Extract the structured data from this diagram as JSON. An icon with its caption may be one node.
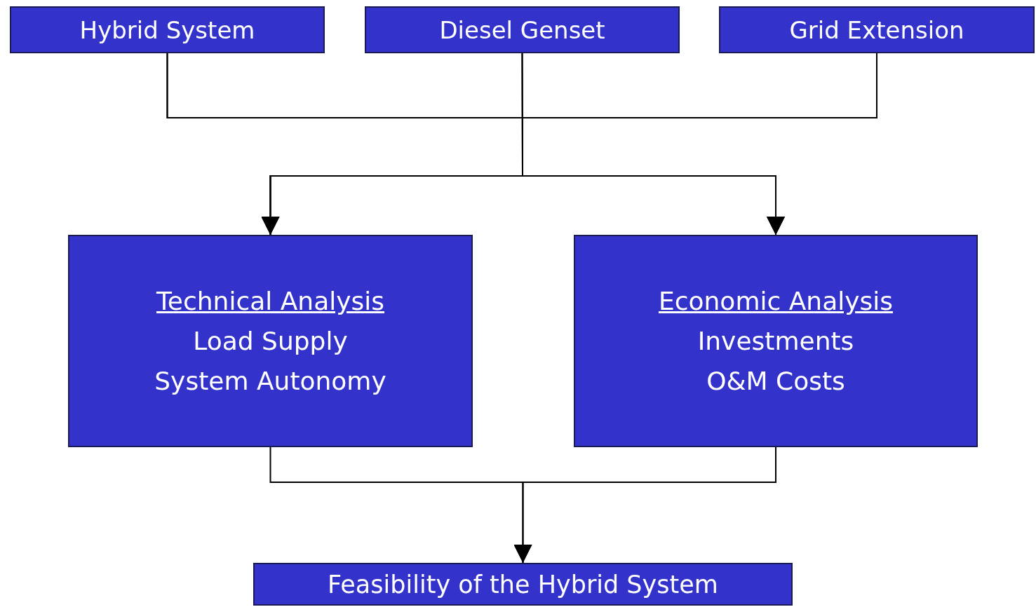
{
  "diagram": {
    "nodes": [
      {
        "text": [
          "Hybrid System"
        ]
      },
      {
        "text": [
          "Diesel Genset"
        ]
      },
      {
        "text": [
          "Grid Extension"
        ]
      },
      {
        "text": [
          "Technical Analysis",
          "Load Supply",
          "System Autonomy"
        ]
      },
      {
        "text": [
          "Economic Analysis",
          "Investments",
          "O&M Costs"
        ]
      },
      {
        "text": [
          "Feasibility of the Hybrid System"
        ]
      }
    ],
    "edges": [
      {
        "from": 0,
        "to": 3,
        "arrow": "to"
      },
      {
        "from": 0,
        "to": 4,
        "arrow": "to"
      },
      {
        "from": 1,
        "to": 3,
        "arrow": "to"
      },
      {
        "from": 1,
        "to": 4,
        "arrow": "to"
      },
      {
        "from": 2,
        "to": 3,
        "arrow": "to"
      },
      {
        "from": 2,
        "to": 4,
        "arrow": "to"
      },
      {
        "from": 3,
        "to": 5,
        "arrow": "to"
      },
      {
        "from": 4,
        "to": 5,
        "arrow": "to"
      }
    ]
  }
}
